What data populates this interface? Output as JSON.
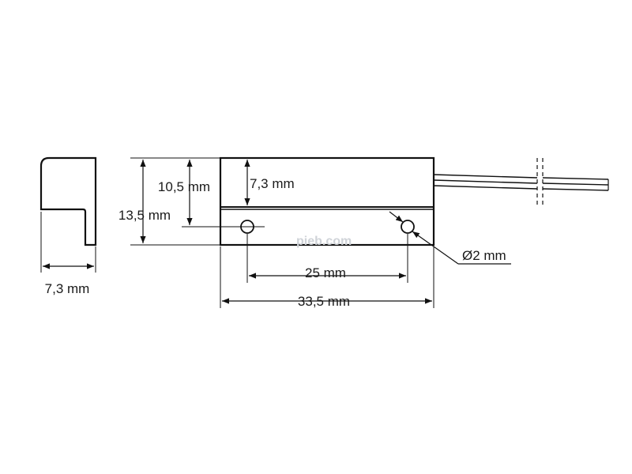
{
  "drawing": {
    "side_view": {
      "width_label": "7,3 mm"
    },
    "front_view": {
      "total_height_label": "13,5 mm",
      "body_height_label": "10,5 mm",
      "upper_height_label": "7,3 mm",
      "hole_spacing_label": "25 mm",
      "total_length_label": "33,5 mm",
      "hole_diameter_label": "Ø2 mm"
    },
    "watermark_text": "pieb.com"
  }
}
